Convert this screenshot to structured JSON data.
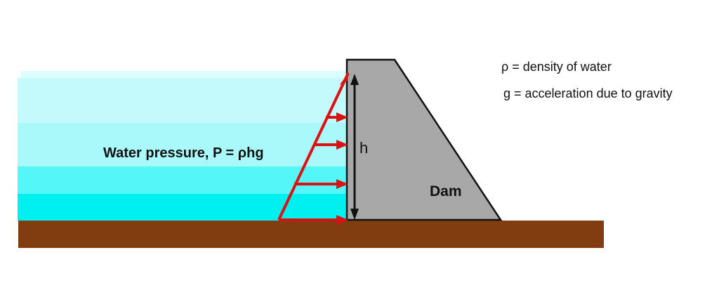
{
  "labels": {
    "water_pressure": "Water pressure, P = ρhg",
    "height": "h",
    "dam": "Dam",
    "rho_definition": "ρ = density of water",
    "g_definition": "g = acceleration due to gravity"
  },
  "colors": {
    "background": "#ffffff",
    "water_band_1": "#dcfcfd",
    "water_band_2": "#c4fafb",
    "water_band_3": "#a9f8fa",
    "water_band_4": "#54f6f7",
    "water_band_5": "#00f0f0",
    "dam_fill": "#a8a8a8",
    "dam_outline": "#111111",
    "ground": "#813d10",
    "pressure_arrow": "#dc1212",
    "height_arrow": "#111111",
    "text": "#111111"
  },
  "water": {
    "bands": [
      {
        "color": "#dcfcfd"
      },
      {
        "color": "#c4fafb"
      },
      {
        "color": "#a9f8fa"
      },
      {
        "color": "#54f6f7"
      },
      {
        "color": "#00f0f0"
      }
    ]
  }
}
